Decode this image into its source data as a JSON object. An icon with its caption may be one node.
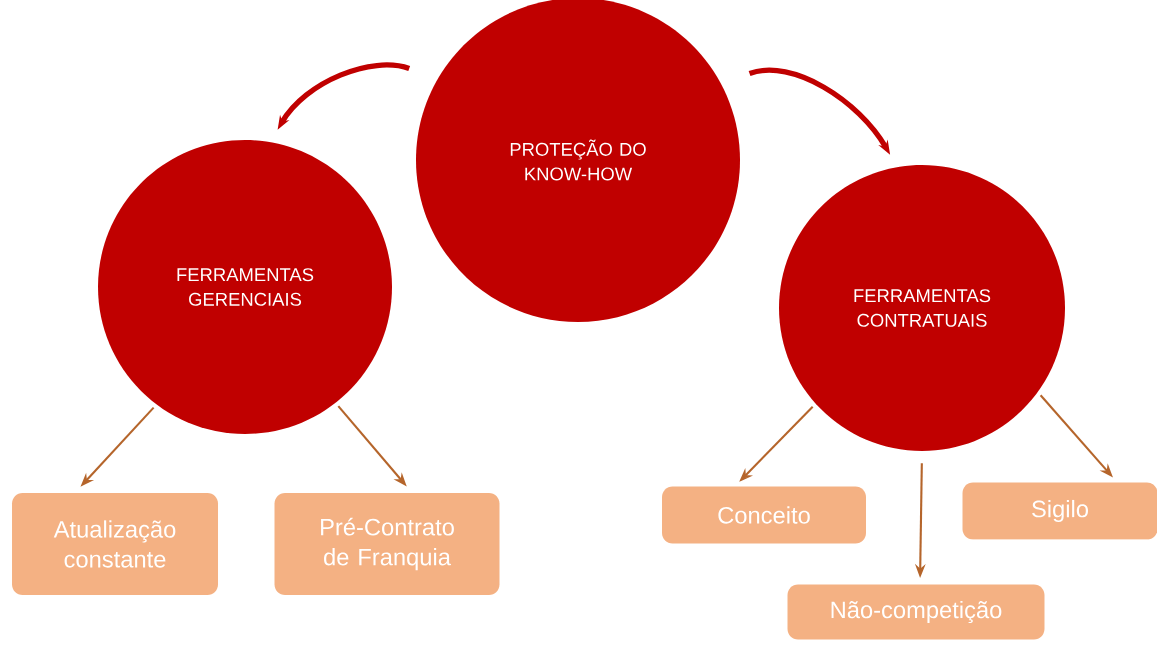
{
  "diagram": {
    "nodes": [
      {
        "text": [
          "PROTEÇÃO DO KNOW-HOW"
        ]
      },
      {
        "text": [
          "FERRAMENTAS GERENCIAIS"
        ]
      },
      {
        "text": [
          "FERRAMENTAS CONTRATUAIS"
        ]
      },
      {
        "text": [
          "Atualização constante"
        ]
      },
      {
        "text": [
          "Pré-Contrato de Franquia"
        ]
      },
      {
        "text": [
          "Conceito"
        ]
      },
      {
        "text": [
          "Não-competição"
        ]
      },
      {
        "text": [
          "Sigilo"
        ]
      }
    ],
    "edges": [
      {
        "from": 0,
        "to": 1,
        "arrow": "to",
        "style": "thick",
        "color": "#c00000"
      },
      {
        "from": 0,
        "to": 2,
        "arrow": "to",
        "style": "thick",
        "color": "#c00000"
      },
      {
        "from": 1,
        "to": 3,
        "arrow": "to"
      },
      {
        "from": 1,
        "to": 4,
        "arrow": "to"
      },
      {
        "from": 2,
        "to": 5,
        "arrow": "to"
      },
      {
        "from": 2,
        "to": 6,
        "arrow": "to"
      },
      {
        "from": 2,
        "to": 7,
        "arrow": "to"
      }
    ]
  }
}
